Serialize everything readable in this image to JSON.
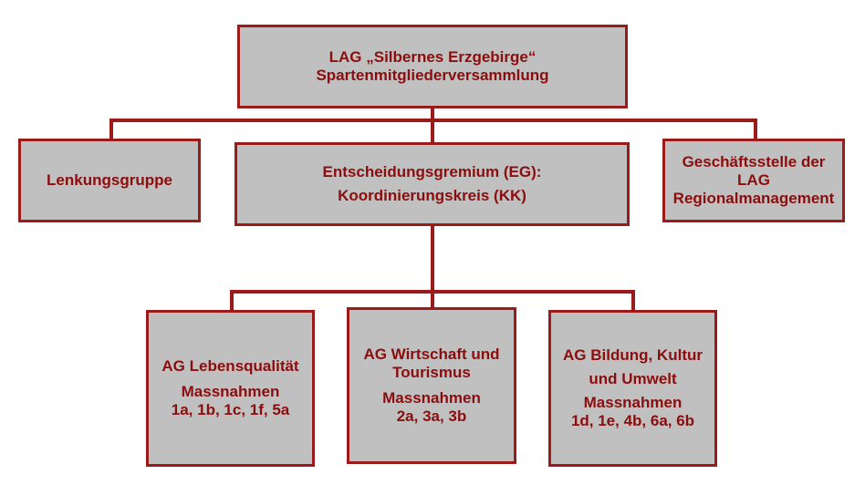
{
  "colors": {
    "border": "#9b1b1b",
    "box_fill": "#c0c0c0",
    "text": "#8b0d0d"
  },
  "top": {
    "line1": "LAG „Silbernes Erzgebirge“",
    "line2": "Spartenmitgliederversammlung"
  },
  "lenkung": {
    "label": "Lenkungsgruppe"
  },
  "eg": {
    "line1": "Entscheidungsgremium (EG):",
    "line2": "Koordinierungskreis (KK)"
  },
  "gs": {
    "line1": "Geschäftsstelle der",
    "line2": "LAG",
    "line3": "Regionalmanagement"
  },
  "ag1": {
    "title": "AG Lebensqualität",
    "measures_label": "Massnahmen",
    "measures": "1a, 1b, 1c, 1f, 5a"
  },
  "ag2": {
    "title1": "AG Wirtschaft und",
    "title2": "Tourismus",
    "measures_label": "Massnahmen",
    "measures": "2a, 3a, 3b"
  },
  "ag3": {
    "title1": "AG Bildung, Kultur",
    "title2": "und Umwelt",
    "measures_label": "Massnahmen",
    "measures": "1d, 1e, 4b, 6a, 6b"
  }
}
